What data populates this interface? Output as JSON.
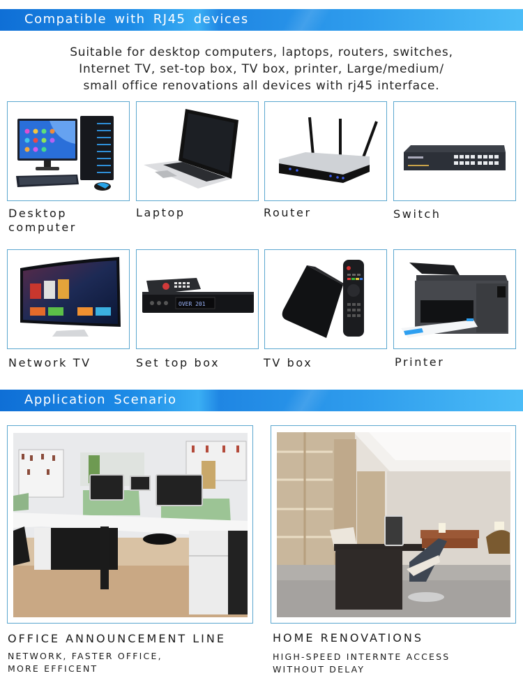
{
  "sections": {
    "compatible": {
      "title": "Compatible with RJ45 devices",
      "intro_lines": [
        "Suitable for desktop computers, laptops, routers, switches,",
        "Internet TV, set-top box, TV box, printer, Large/medium/",
        "small office renovations all devices with rj45 interface."
      ],
      "devices": [
        {
          "label_lines": [
            "Desktop",
            "computer"
          ],
          "icon": "desktop-computer-icon"
        },
        {
          "label_lines": [
            "Laptop"
          ],
          "icon": "laptop-icon"
        },
        {
          "label_lines": [
            "Router"
          ],
          "icon": "router-icon"
        },
        {
          "label_lines": [
            "Switch"
          ],
          "icon": "switch-icon"
        },
        {
          "label_lines": [
            "Network TV"
          ],
          "icon": "network-tv-icon"
        },
        {
          "label_lines": [
            "Set top box"
          ],
          "icon": "set-top-box-icon"
        },
        {
          "label_lines": [
            "TV box"
          ],
          "icon": "tv-box-icon"
        },
        {
          "label_lines": [
            "Printer"
          ],
          "icon": "printer-icon"
        }
      ]
    },
    "application": {
      "title": "Application Scenario",
      "scenarios": [
        {
          "title": "OFFICE ANNOUNCEMENT LINE",
          "desc_lines": [
            "NETWORK, FASTER OFFICE,",
            "MORE EFFICENT"
          ],
          "photo": "office-photo"
        },
        {
          "title": "HOME RENOVATIONS",
          "desc_lines": [
            "HIGH-SPEED INTERNTE ACCESS",
            "WITHOUT DELAY"
          ],
          "photo": "home-office-photo"
        }
      ]
    }
  },
  "colors": {
    "banner_dark": "#0f6fd6",
    "banner_light": "#4bbcf7",
    "card_border": "#5aa6cf",
    "text": "#1a1a1a"
  }
}
